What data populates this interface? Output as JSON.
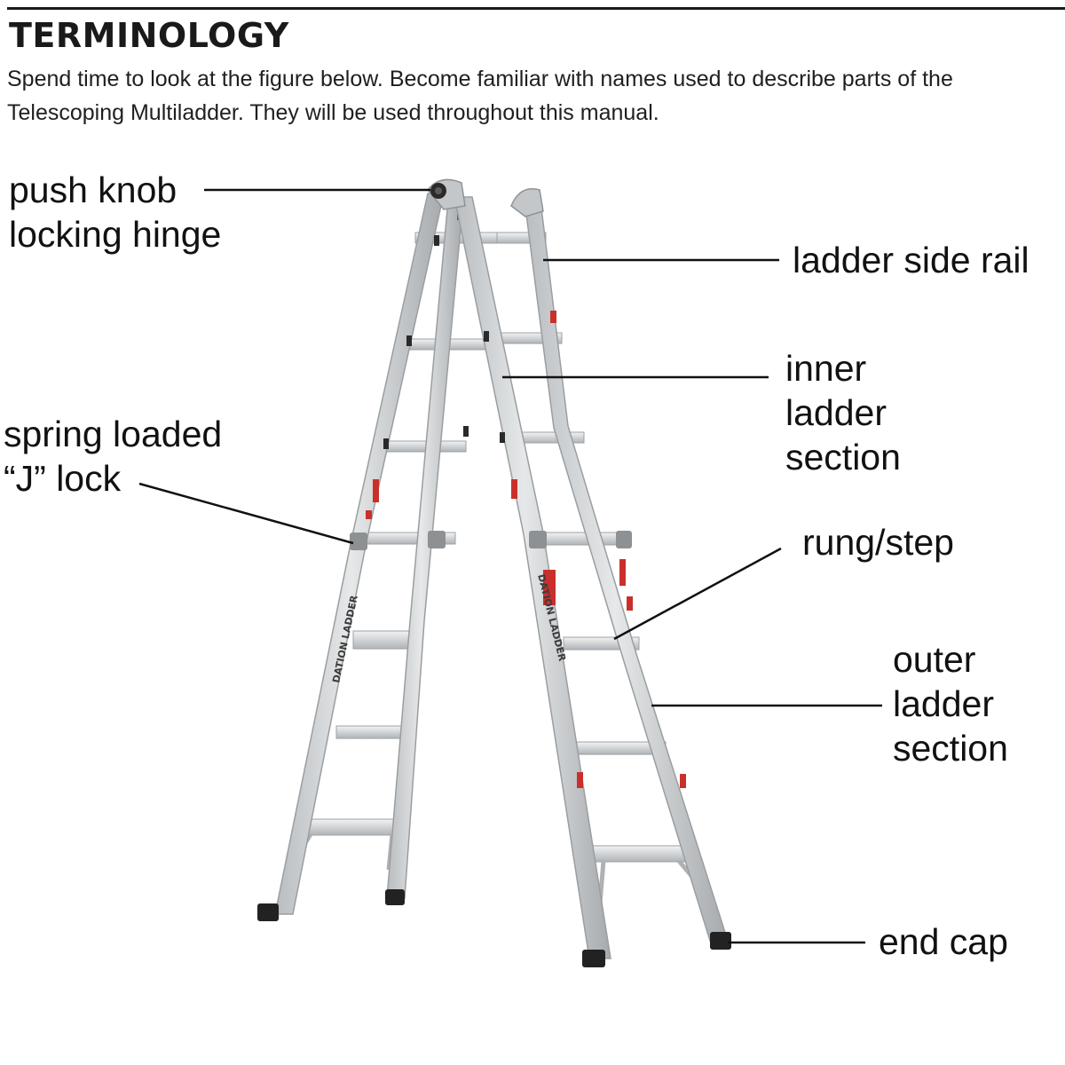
{
  "header": {
    "title": "TERMINOLOGY",
    "intro": "Spend time to look at the figure below. Become familiar with names used to describe parts of the Telescoping Multiladder. They will be used throughout this manual."
  },
  "labels": {
    "push_knob": [
      "push knob",
      "locking hinge"
    ],
    "side_rail": [
      "ladder side rail"
    ],
    "inner_section": [
      "inner",
      "ladder",
      "section"
    ],
    "j_lock": [
      "spring loaded",
      "“J” lock"
    ],
    "rung": [
      "rung/step"
    ],
    "outer_section": [
      "outer",
      "ladder",
      "section"
    ],
    "end_cap": [
      "end cap"
    ]
  },
  "rail_stamp": "DATION LADDER",
  "colors": {
    "aluminum": "#cfd2d4",
    "aluminum_dark": "#a9adb0",
    "warning_red": "#c9302c",
    "end_cap": "#222222",
    "leader_line": "#111111"
  }
}
